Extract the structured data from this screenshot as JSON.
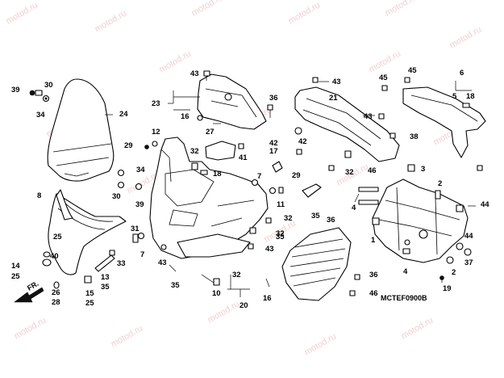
{
  "diagram": {
    "code": "MCTEF0900B",
    "direction_label": "FR.",
    "watermark": "motod.ru",
    "callouts": [
      "39",
      "30",
      "34",
      "24",
      "43",
      "23",
      "16",
      "36",
      "42",
      "43",
      "21",
      "45",
      "45",
      "6",
      "5",
      "18",
      "43",
      "38",
      "12",
      "29",
      "32",
      "18",
      "27",
      "41",
      "17",
      "42",
      "32",
      "7",
      "29",
      "11",
      "32",
      "8",
      "25",
      "30",
      "39",
      "34",
      "31",
      "7",
      "40",
      "14",
      "25",
      "26",
      "28",
      "15",
      "25",
      "13",
      "35",
      "33",
      "43",
      "35",
      "32",
      "35",
      "43",
      "16",
      "32",
      "10",
      "20",
      "36",
      "36",
      "46",
      "46",
      "4",
      "3",
      "2",
      "4",
      "44",
      "44",
      "37",
      "2",
      "1",
      "19",
      "35"
    ]
  }
}
